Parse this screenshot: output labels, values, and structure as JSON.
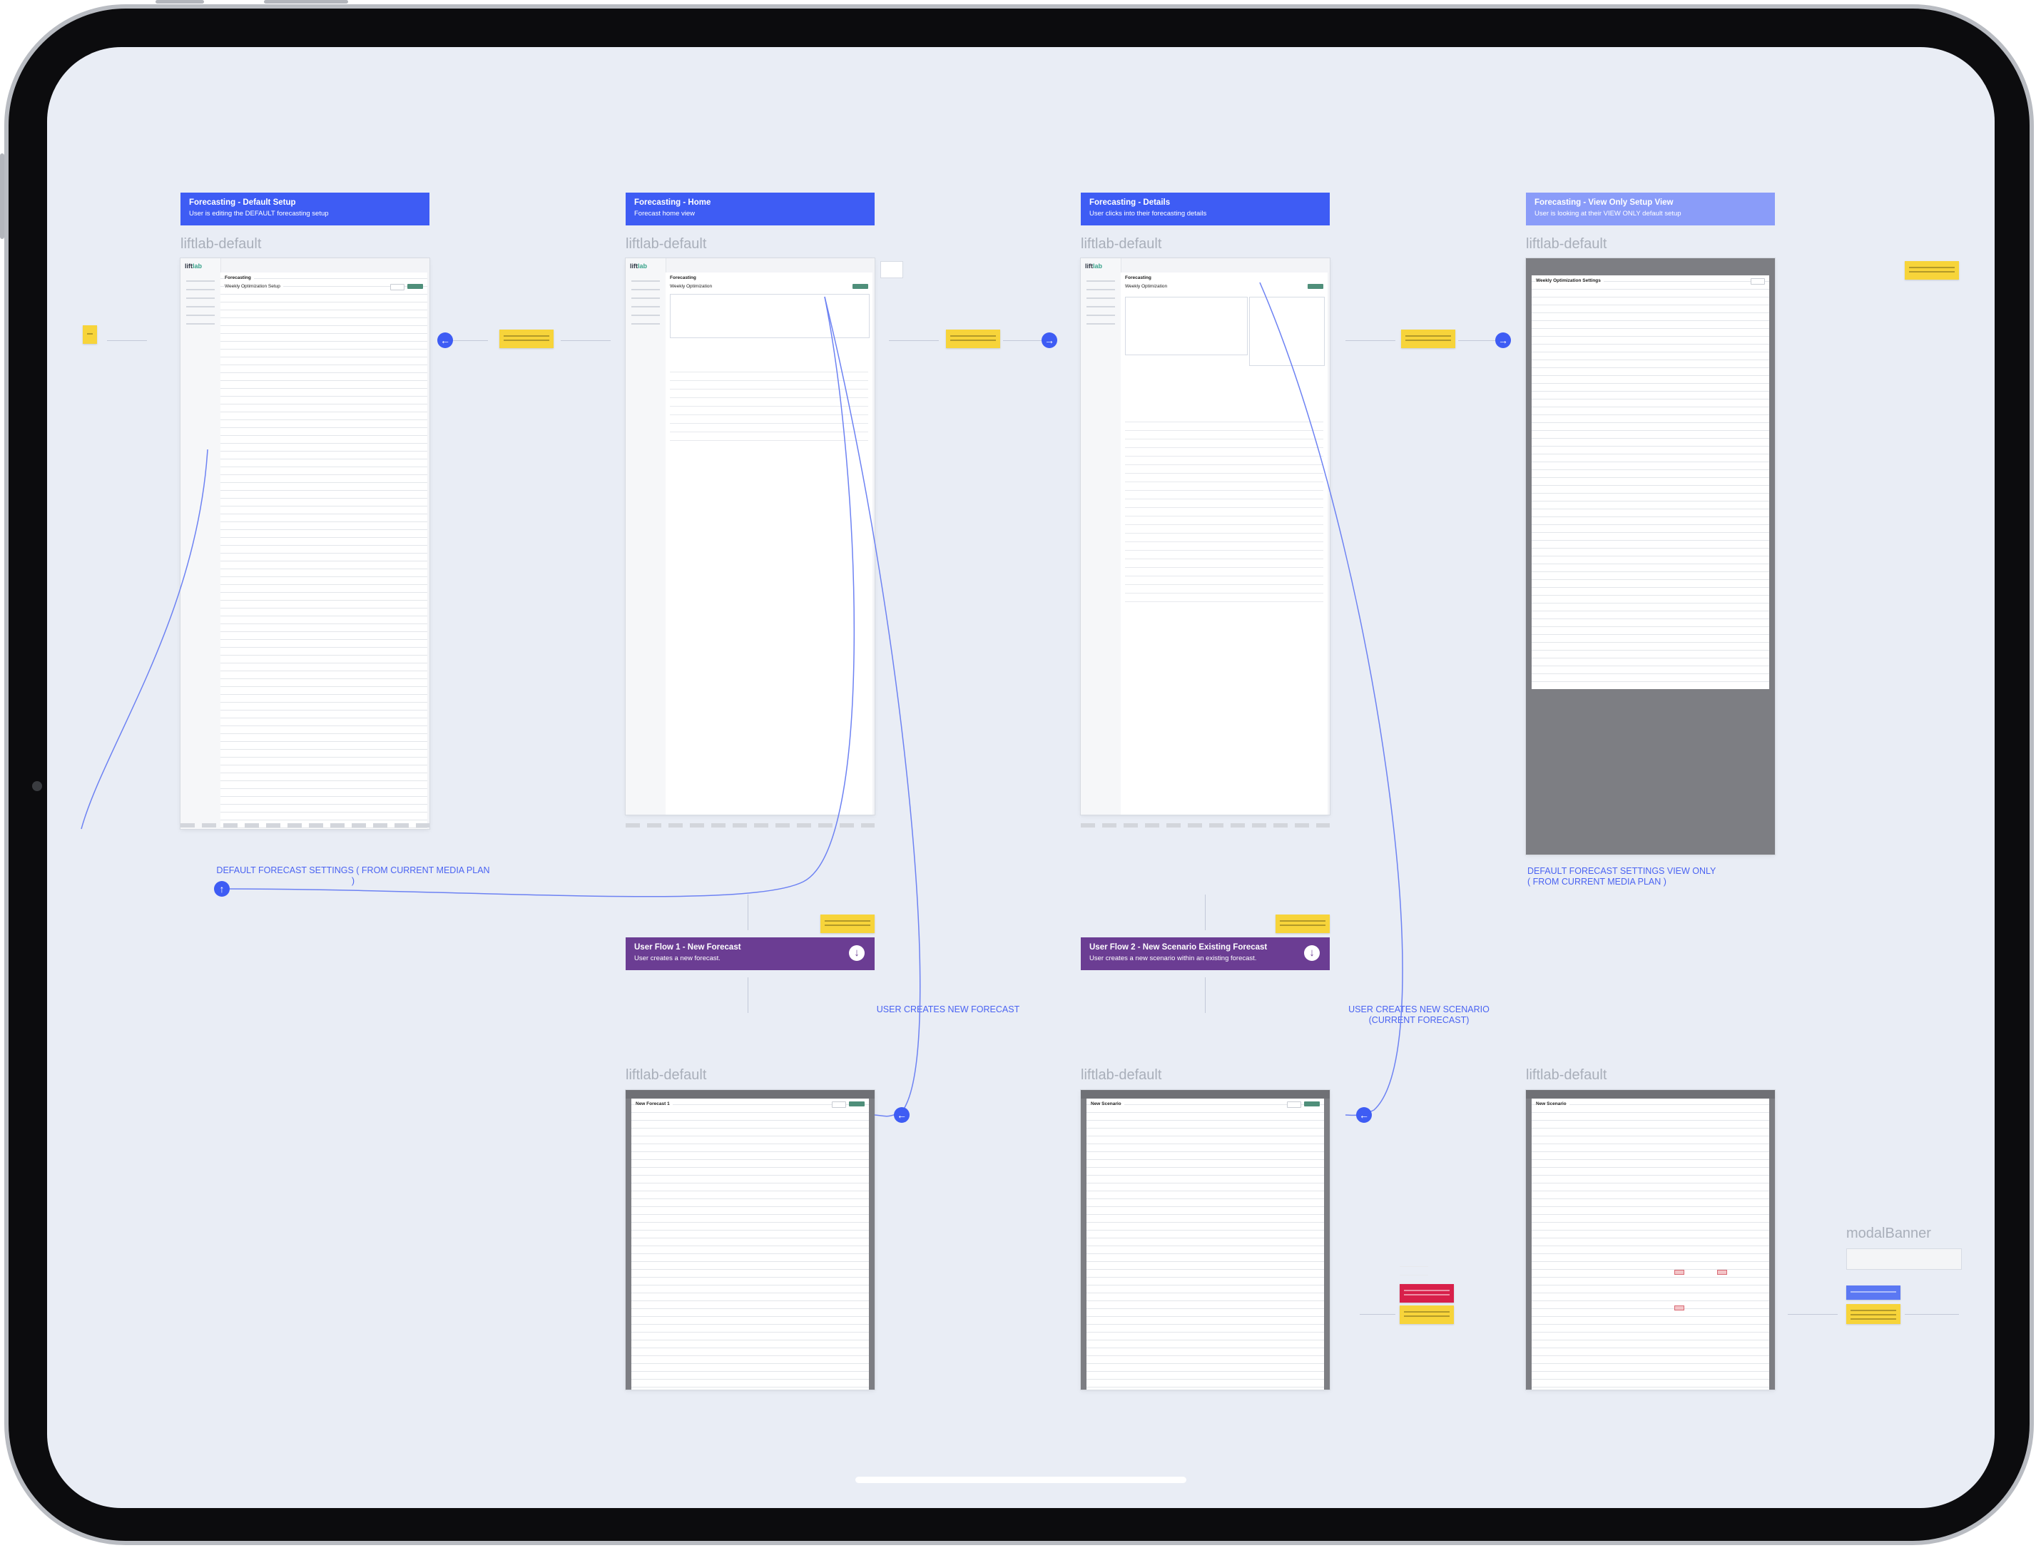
{
  "headers": [
    {
      "title": "Forecasting - Default Setup",
      "subtitle": "User is editing the DEFAULT forecasting setup"
    },
    {
      "title": "Forecasting - Home",
      "subtitle": "Forecast home view"
    },
    {
      "title": "Forecasting - Details",
      "subtitle": "User clicks into their forecasting details"
    },
    {
      "title": "Forecasting - View Only Setup View",
      "subtitle": "User is looking at their VIEW ONLY default setup"
    }
  ],
  "frame_label": "liftlab-default",
  "modal_label": "modalBanner",
  "flows": [
    {
      "title": "User Flow 1 - New Forecast",
      "subtitle": "User creates a new forecast."
    },
    {
      "title": "User Flow 2 - New Scenario Existing Forecast",
      "subtitle": "User creates a new scenario within an existing forecast."
    }
  ],
  "captions": {
    "default_settings": "DEFAULT FORECAST SETTINGS ( FROM CURRENT MEDIA PLAN )",
    "view_only_line1": "DEFAULT FORECAST SETTINGS VIEW ONLY",
    "view_only_line2": "( FROM CURRENT MEDIA PLAN )",
    "new_forecast": "USER CREATES NEW FORECAST",
    "new_scenario_line1": "USER CREATES NEW SCENARIO",
    "new_scenario_line2": "(CURRENT FORECAST)"
  },
  "screens": {
    "app_title": "Forecasting",
    "setup_subtitle": "Weekly Optimization Setup",
    "home_subtitle": "Weekly Optimization",
    "view_only_title": "Weekly Optimization Settings",
    "new_forecast_title": "New Forecast 1",
    "new_scenario_title": "New Scenario",
    "logo_prefix": "lift",
    "logo_suffix": "lab"
  },
  "colors": {
    "header_blue": "#3e5cf4",
    "header_light_blue": "#8a9cf9",
    "flow_purple": "#6b3d93",
    "caption_blue": "#4a63f2",
    "sticky_yellow": "#f7d43a",
    "canvas_bg": "#e9edf5"
  },
  "icons": {
    "arrow_left": "←",
    "arrow_right": "→",
    "arrow_up": "↑",
    "arrow_down": "↓"
  }
}
